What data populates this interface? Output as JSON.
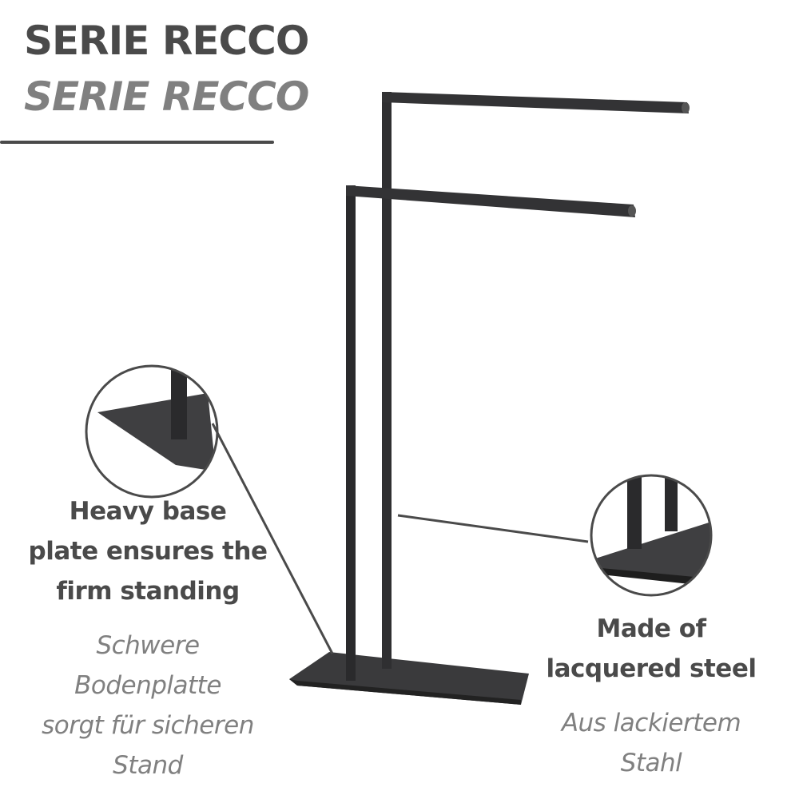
{
  "title": {
    "en": "SERIE RECCO",
    "de": "SERIE RECCO"
  },
  "callout_base": {
    "en": [
      "Heavy base",
      "plate ensures the",
      "firm standing"
    ],
    "de": [
      "Schwere",
      "Bodenplatte",
      "sorgt für sicheren",
      "Stand"
    ]
  },
  "callout_material": {
    "en": [
      "Made of",
      "lacquered steel"
    ],
    "de": [
      "Aus lackiertem",
      "Stahl"
    ]
  },
  "colors": {
    "text_dark": "#4a4a4a",
    "text_light": "#808080",
    "product": "#3a3a3c"
  }
}
